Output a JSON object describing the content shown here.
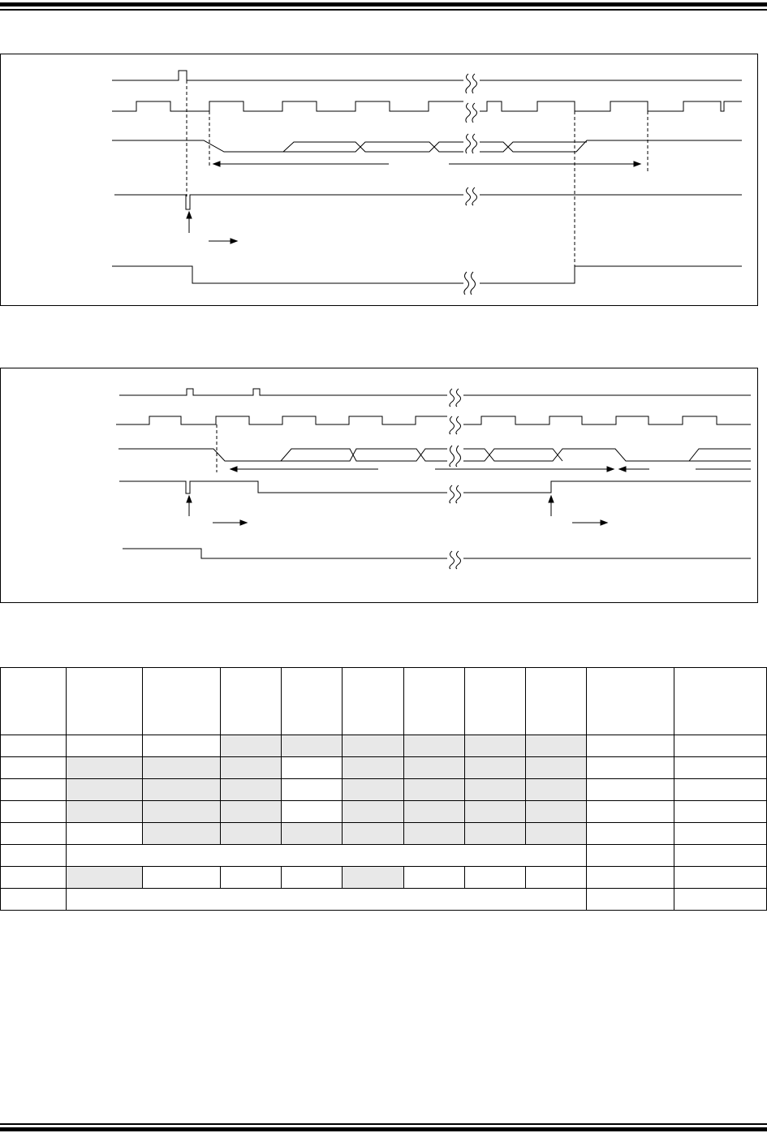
{
  "page": {
    "header_rule": "thick-over-thin",
    "footer_rule": "thin-over-thick"
  },
  "figure_1": {
    "signals": [
      "pulse",
      "clock",
      "data-bus",
      "strobe-low",
      "level"
    ],
    "break_marker": "double-squiggle"
  },
  "figure_2": {
    "signals": [
      "pulse-pair",
      "clock",
      "data-bus",
      "strobe-low",
      "level"
    ],
    "break_marker": "double-squiggle"
  },
  "table": {
    "header_rows": 1,
    "columns": 11,
    "shade_color": "#e8e8e8",
    "rows": [
      {
        "shaded": [
          false,
          false,
          false,
          true,
          true,
          true,
          true,
          true,
          true,
          false,
          false
        ],
        "merged": false
      },
      {
        "shaded": [
          false,
          true,
          true,
          true,
          false,
          true,
          true,
          true,
          true,
          false,
          false
        ],
        "merged": false
      },
      {
        "shaded": [
          false,
          true,
          true,
          true,
          false,
          true,
          true,
          true,
          true,
          false,
          false
        ],
        "merged": false
      },
      {
        "shaded": [
          false,
          true,
          true,
          true,
          false,
          true,
          true,
          true,
          true,
          false,
          false
        ],
        "merged": false
      },
      {
        "shaded": [
          false,
          false,
          true,
          true,
          true,
          true,
          true,
          true,
          true,
          false,
          false
        ],
        "merged": false
      },
      {
        "shaded": [
          false,
          false,
          false,
          false
        ],
        "merged": true
      },
      {
        "shaded": [
          false,
          true,
          false,
          false,
          false,
          true,
          false,
          false,
          false,
          false,
          false
        ],
        "merged": false
      },
      {
        "shaded": [
          false,
          false,
          false,
          false
        ],
        "merged": true
      }
    ]
  }
}
